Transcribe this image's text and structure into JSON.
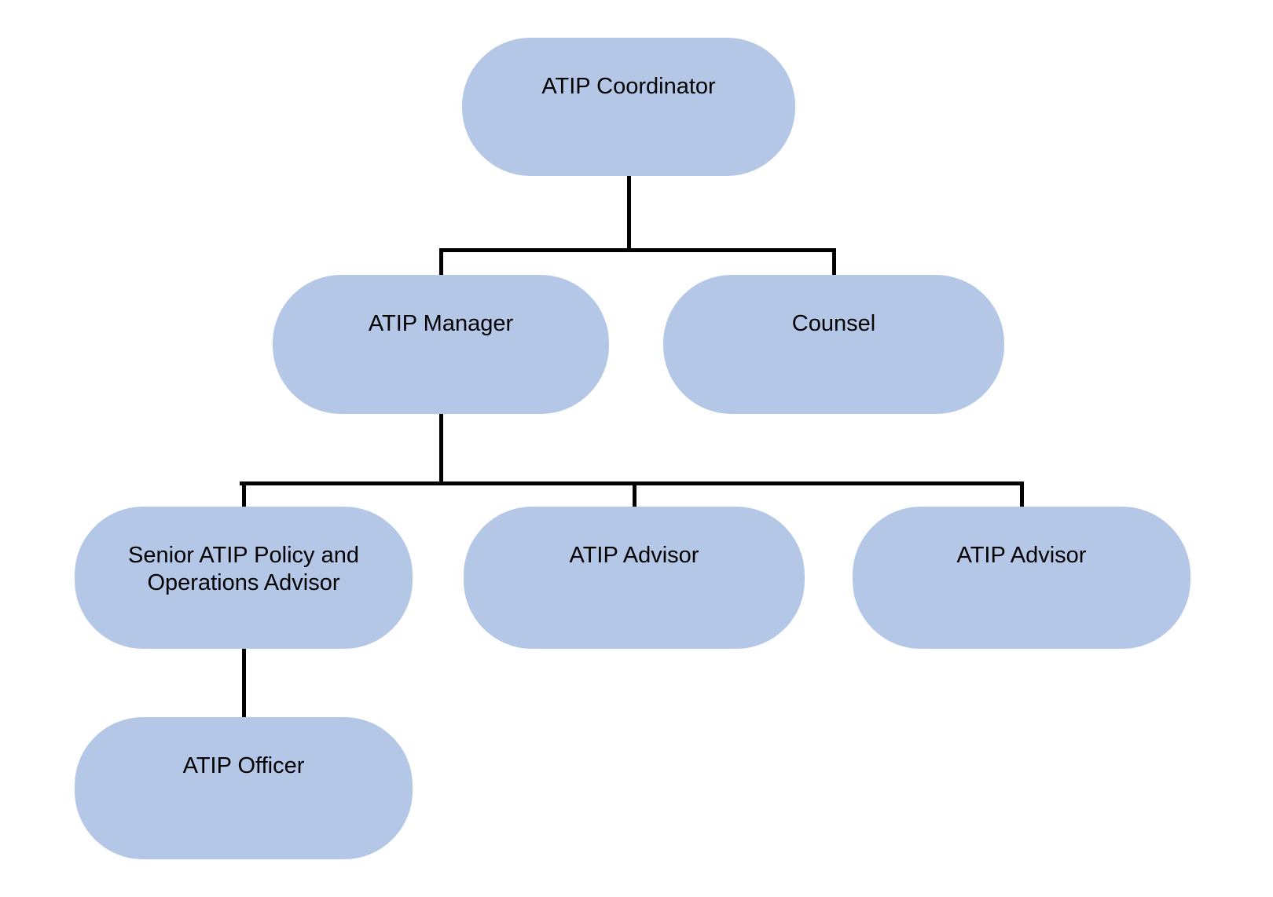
{
  "diagram": {
    "type": "org-chart",
    "colors": {
      "node_fill": "#b4c7e7",
      "connector": "#000000",
      "text": "#000000",
      "background": "#ffffff"
    },
    "nodes": [
      {
        "id": "atip-coordinator",
        "label": "ATIP Coordinator",
        "level": 1,
        "reports_to": null
      },
      {
        "id": "atip-manager",
        "label": "ATIP Manager",
        "level": 2,
        "reports_to": "atip-coordinator"
      },
      {
        "id": "counsel",
        "label": "Counsel",
        "level": 2,
        "reports_to": "atip-coordinator"
      },
      {
        "id": "senior-atip-policy-and-operations-advisor",
        "label": "Senior ATIP Policy and Operations Advisor",
        "level": 3,
        "reports_to": "atip-manager"
      },
      {
        "id": "atip-advisor-1",
        "label": "ATIP Advisor",
        "level": 3,
        "reports_to": "atip-manager"
      },
      {
        "id": "atip-advisor-2",
        "label": "ATIP Advisor",
        "level": 3,
        "reports_to": "atip-manager"
      },
      {
        "id": "atip-officer",
        "label": "ATIP Officer",
        "level": 4,
        "reports_to": "senior-atip-policy-and-operations-advisor"
      }
    ],
    "edges": [
      {
        "from": "atip-coordinator",
        "to": "atip-manager"
      },
      {
        "from": "atip-coordinator",
        "to": "counsel"
      },
      {
        "from": "atip-manager",
        "to": "senior-atip-policy-and-operations-advisor"
      },
      {
        "from": "atip-manager",
        "to": "atip-advisor-1"
      },
      {
        "from": "atip-manager",
        "to": "atip-advisor-2"
      },
      {
        "from": "senior-atip-policy-and-operations-advisor",
        "to": "atip-officer"
      }
    ]
  }
}
